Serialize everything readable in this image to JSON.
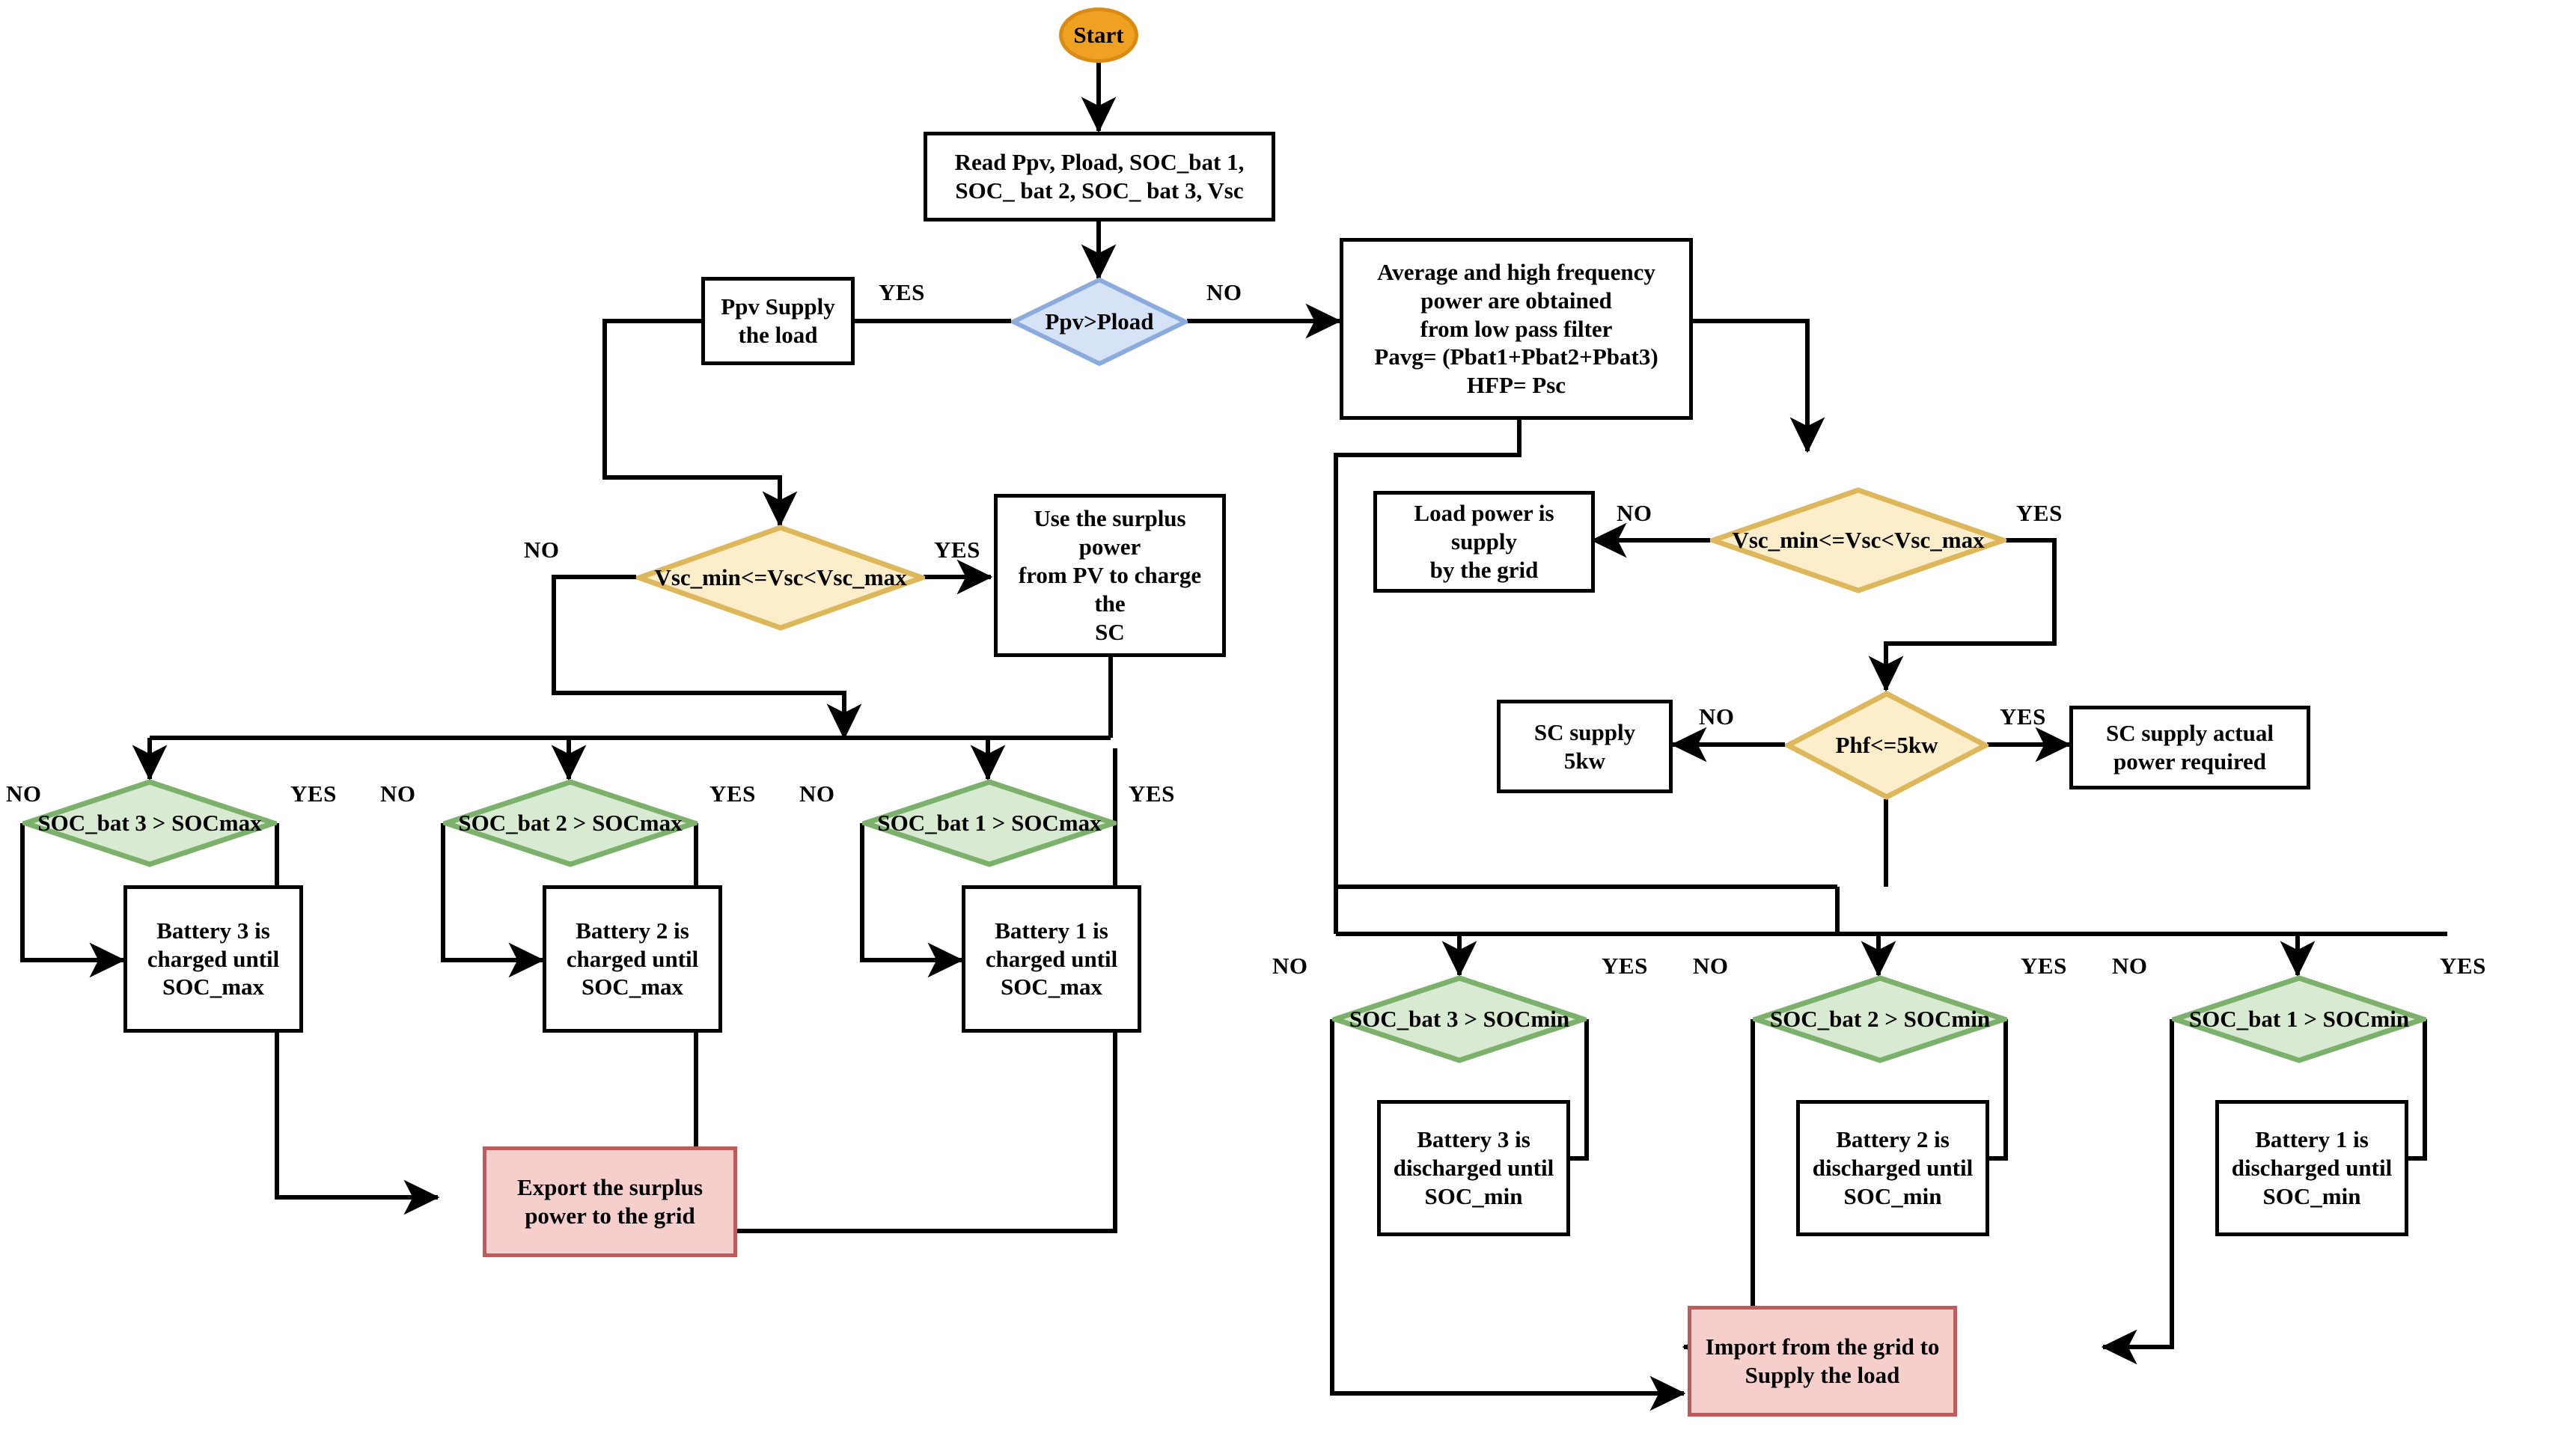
{
  "diagram": {
    "title": "Energy management flowchart for PV, battery, supercapacitor and grid",
    "colors": {
      "start_fill": "#efa221",
      "start_stroke": "#d98b12",
      "process_fill": "#ffffff",
      "process_stroke": "#000000",
      "decision_blue_fill": "#d6e3f7",
      "decision_blue_stroke": "#8aabdc",
      "decision_yellow_fill": "#fdeecb",
      "decision_yellow_stroke": "#ddb759",
      "decision_green_fill": "#d9ead2",
      "decision_green_stroke": "#7cb16b",
      "accent_red_fill": "#f6cfcd",
      "accent_red_stroke": "#bf5b5b",
      "connector": "#000000"
    },
    "nodes": {
      "start": {
        "label": "Start",
        "shape": "terminator"
      },
      "read_inputs": {
        "label": "Read Ppv, Pload, SOC_bat 1, SOC_bat 2, SOC_ bat 3, Vsc",
        "shape": "process"
      },
      "ppv_gt_pload": {
        "label": "Ppv>Pload",
        "shape": "decision"
      },
      "ppv_supply_load": {
        "label": "Ppv Supply the load",
        "shape": "process"
      },
      "avg_high_freq": {
        "label": "Average and high frequency power are obtained from low pass filter Pavg= (Pbat1+Pbat2+Pbat3) HFP= Psc",
        "shape": "process"
      },
      "vsc_range_left": {
        "label": "Vsc_min<=Vsc<Vsc_max",
        "shape": "decision"
      },
      "use_surplus_sc": {
        "label": "Use the surplus power from PV to charge the SC",
        "shape": "process"
      },
      "vsc_range_right": {
        "label": "Vsc_min<=Vsc<Vsc_max",
        "shape": "decision"
      },
      "load_by_grid": {
        "label": "Load power is supply by the grid",
        "shape": "process"
      },
      "phf_le_5kw": {
        "label": "Phf<=5kw",
        "shape": "decision"
      },
      "sc_supply_5kw": {
        "label": "SC supply 5kw",
        "shape": "process"
      },
      "sc_supply_actual": {
        "label": "SC supply actual power required",
        "shape": "process"
      },
      "soc3_gt_max": {
        "label": "SOC_bat 3 > SOCmax",
        "shape": "decision"
      },
      "soc2_gt_max": {
        "label": "SOC_bat 2 > SOCmax",
        "shape": "decision"
      },
      "soc1_gt_max": {
        "label": "SOC_bat 1 > SOCmax",
        "shape": "decision"
      },
      "bat3_charge": {
        "label": "Battery 3 is charged until SOC_max",
        "shape": "process"
      },
      "bat2_charge": {
        "label": "Battery 2 is charged until SOC_max",
        "shape": "process"
      },
      "bat1_charge": {
        "label": "Battery 1 is charged until SOC_max",
        "shape": "process"
      },
      "export_surplus": {
        "label": "Export the surplus power to the grid",
        "shape": "accent"
      },
      "soc3_gt_min": {
        "label": "SOC_bat 3 > SOCmin",
        "shape": "decision"
      },
      "soc2_gt_min": {
        "label": "SOC_bat 2 > SOCmin",
        "shape": "decision"
      },
      "soc1_gt_min": {
        "label": "SOC_bat 1 > SOCmin",
        "shape": "decision"
      },
      "bat3_discharge": {
        "label": "Battery 3 is discharged until SOC_min",
        "shape": "process"
      },
      "bat2_discharge": {
        "label": "Battery 2 is discharged until SOC_min",
        "shape": "process"
      },
      "bat1_discharge": {
        "label": "Battery 1 is discharged until SOC_min",
        "shape": "process"
      },
      "import_grid": {
        "label": "Import from the grid to Supply the load",
        "shape": "accent"
      }
    },
    "node_lines": {
      "read_inputs": [
        "Read Ppv, Pload, SOC_bat 1,",
        "SOC_ bat 2, SOC_ bat 3, Vsc"
      ],
      "ppv_supply_load": [
        "Ppv Supply",
        "the load"
      ],
      "avg_high_freq": [
        "Average and high frequency",
        "power are obtained",
        "from low pass filter",
        "Pavg= (Pbat1+Pbat2+Pbat3)",
        "HFP= Psc"
      ],
      "use_surplus_sc": [
        "Use the surplus power",
        "from PV to charge the",
        "SC"
      ],
      "load_by_grid": [
        "Load power is supply",
        "by the grid"
      ],
      "sc_supply_5kw": [
        "SC supply",
        "5kw"
      ],
      "sc_supply_actual": [
        "SC supply actual",
        "power required"
      ],
      "bat3_charge": [
        "Battery 3 is",
        "charged until",
        "SOC_max"
      ],
      "bat2_charge": [
        "Battery 2 is",
        "charged until",
        "SOC_max"
      ],
      "bat1_charge": [
        "Battery 1 is",
        "charged until",
        "SOC_max"
      ],
      "export_surplus": [
        "Export the surplus",
        "power to the grid"
      ],
      "bat3_discharge": [
        "Battery 3 is",
        "discharged until",
        "SOC_min"
      ],
      "bat2_discharge": [
        "Battery 2 is",
        "discharged until",
        "SOC_min"
      ],
      "bat1_discharge": [
        "Battery 1 is",
        "discharged until",
        "SOC_min"
      ],
      "import_grid": [
        "Import from the grid to",
        "Supply the load"
      ]
    },
    "edge_labels": {
      "ppv_yes": "YES",
      "ppv_no": "NO",
      "vscL_no": "NO",
      "vscL_yes": "YES",
      "vscR_no": "NO",
      "vscR_yes": "YES",
      "phf_no": "NO",
      "phf_yes": "YES",
      "soc3max_no": "NO",
      "soc3max_yes": "YES",
      "soc2max_no": "NO",
      "soc2max_yes": "YES",
      "soc1max_no": "NO",
      "soc1max_yes": "YES",
      "soc3min_no": "NO",
      "soc3min_yes": "YES",
      "soc2min_no": "NO",
      "soc2min_yes": "YES",
      "soc1min_no": "NO",
      "soc1min_yes": "YES"
    }
  }
}
